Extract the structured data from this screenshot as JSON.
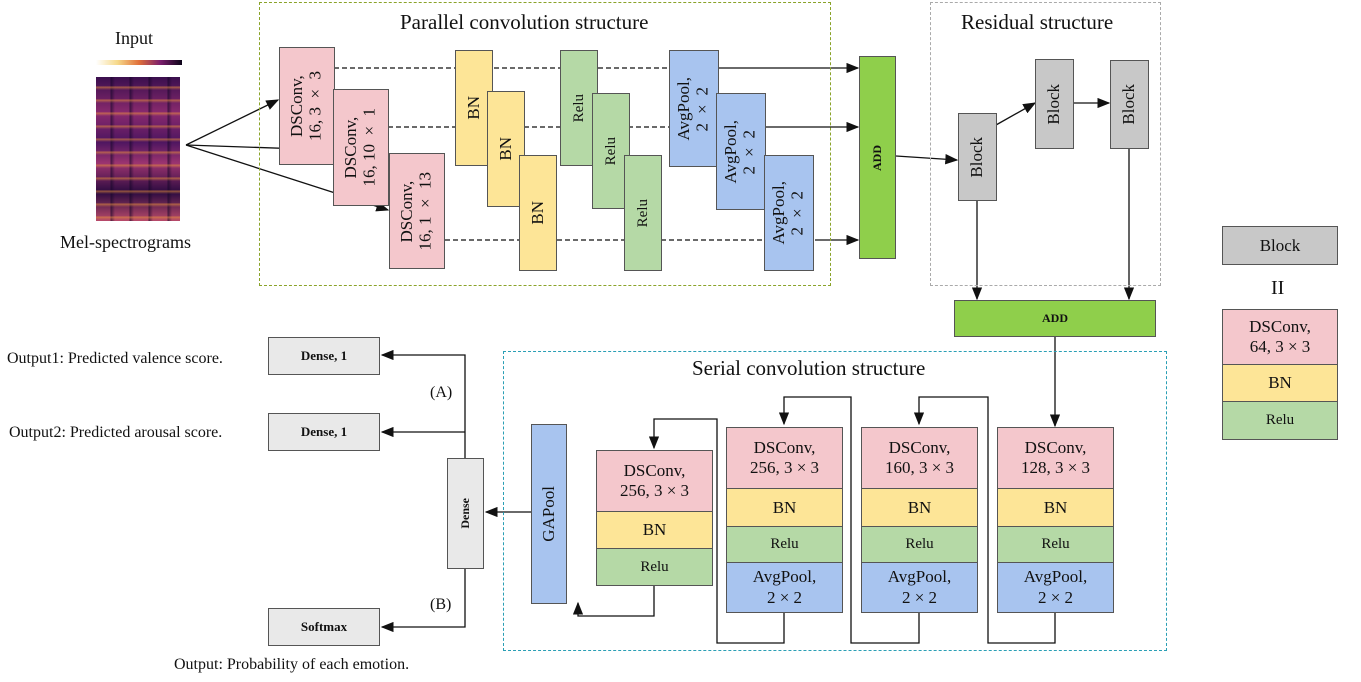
{
  "input": {
    "title": "Input",
    "caption": "Mel-spectrograms"
  },
  "sections": {
    "parallel": "Parallel convolution structure",
    "residual": "Residual structure",
    "serial": "Serial convolution structure"
  },
  "parallel": {
    "convs": [
      "DSConv,\n16, 3 × 3",
      "DSConv,\n16, 10 × 1",
      "DSConv,\n16, 1 × 13"
    ],
    "bn": [
      "BN",
      "BN",
      "BN"
    ],
    "relu": [
      "Relu",
      "Relu",
      "Relu"
    ],
    "pools": [
      "AvgPool,\n2 × 2",
      "AvgPool,\n2 × 2",
      "AvgPool,\n2 × 2"
    ],
    "add": "ADD"
  },
  "residual": {
    "blocks": [
      "Block",
      "Block",
      "Block"
    ],
    "add": "ADD"
  },
  "legend": {
    "block": "Block",
    "equals": "II",
    "conv": "DSConv,\n64, 3 × 3",
    "bn": "BN",
    "relu": "Relu"
  },
  "serial": {
    "stage4": {
      "conv": "DSConv,\n128, 3 × 3",
      "bn": "BN",
      "relu": "Relu",
      "pool": "AvgPool,\n2 × 2"
    },
    "stage3": {
      "conv": "DSConv,\n160, 3 × 3",
      "bn": "BN",
      "relu": "Relu",
      "pool": "AvgPool,\n2 × 2"
    },
    "stage2": {
      "conv": "DSConv,\n256, 3 × 3",
      "bn": "BN",
      "relu": "Relu",
      "pool": "AvgPool,\n2 × 2"
    },
    "stage1": {
      "conv": "DSConv,\n256, 3 × 3",
      "bn": "BN",
      "relu": "Relu"
    },
    "gapool": "GAPool"
  },
  "head": {
    "dense": "Dense",
    "dense1a": "Dense, 1",
    "dense1b": "Dense, 1",
    "softmax": "Softmax",
    "branch_a": "(A)",
    "branch_b": "(B)",
    "output1": "Output1: Predicted valence score.",
    "output2": "Output2: Predicted arousal score.",
    "output3": "Output: Probability of each emotion."
  },
  "colors": {
    "conv": "#f4c7cc",
    "bn": "#fde597",
    "relu": "#b5d9a6",
    "pool": "#a8c4ef",
    "add": "#8fcf4b",
    "block": "#c8c8c8",
    "parallel_frame": "#8aa32a",
    "residual_frame": "#aaaaaa",
    "serial_frame": "#2a9fb5"
  }
}
